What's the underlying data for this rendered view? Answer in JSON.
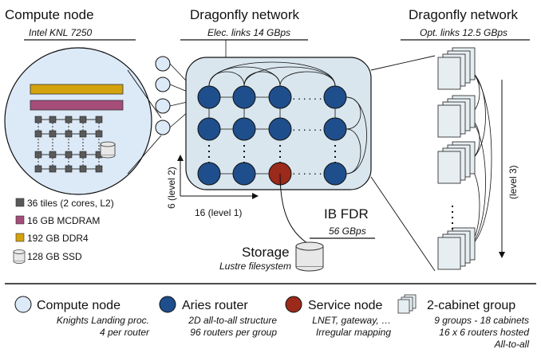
{
  "compute_node": {
    "title": "Compute node",
    "subtitle": "Intel KNL 7250",
    "specs": [
      {
        "text": "36 tiles (2 cores, L2)",
        "color": "#595959"
      },
      {
        "text": "16 GB MCDRAM",
        "color": "#a64d7a"
      },
      {
        "text": "192 GB DDR4",
        "color": "#d4a20c"
      },
      {
        "text": "128 GB SSD",
        "color": "#d9d9d9"
      }
    ]
  },
  "network_elec": {
    "title": "Dragonfly network",
    "subtitle": "Elec. links 14 GBps",
    "dim_level2": "6 (level 2)",
    "dim_level1": "16 (level 1)"
  },
  "network_opt": {
    "title": "Dragonfly network",
    "subtitle": "Opt. links 12.5 GBps",
    "dim_level3": "(level 3)"
  },
  "ib": {
    "title": "IB FDR",
    "subtitle": "56 GBps"
  },
  "storage": {
    "title": "Storage",
    "subtitle": "Lustre filesystem"
  },
  "legend": {
    "compute": {
      "title": "Compute node",
      "lines": [
        "Knights Landing proc.",
        "4 per router"
      ]
    },
    "router": {
      "title": "Aries router",
      "lines": [
        "2D all-to-all structure",
        "96 routers per group"
      ]
    },
    "service": {
      "title": "Service node",
      "lines": [
        "LNET, gateway, …",
        "Irregular mapping"
      ]
    },
    "group": {
      "title": "2-cabinet group",
      "lines": [
        "9 groups - 18 cabinets",
        "16 x 6 routers hosted",
        "All-to-all"
      ]
    }
  },
  "colors": {
    "router": "#1f4e8c",
    "service": "#9b2a1a",
    "compute": "#dce9f7",
    "group_bg": "#d9e6ee",
    "cabinet": "#e6eef2"
  }
}
